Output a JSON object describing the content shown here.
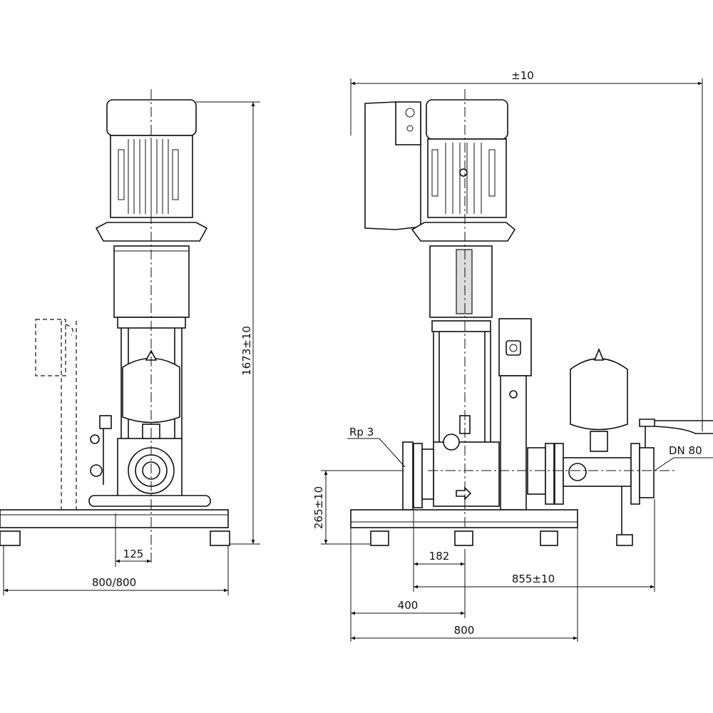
{
  "drawing": {
    "side_view": {
      "dim_height": "1673±10",
      "dim_offset": "125",
      "dim_width": "800/800"
    },
    "front_view": {
      "dim_overall": "±10",
      "dim_inlet_height": "265±10",
      "dim_inlet_offset": "182",
      "dim_outlet_length": "855±10",
      "dim_center": "400",
      "dim_base_width": "800",
      "label_inlet": "Rp 3",
      "label_outlet": "DN 80"
    }
  }
}
